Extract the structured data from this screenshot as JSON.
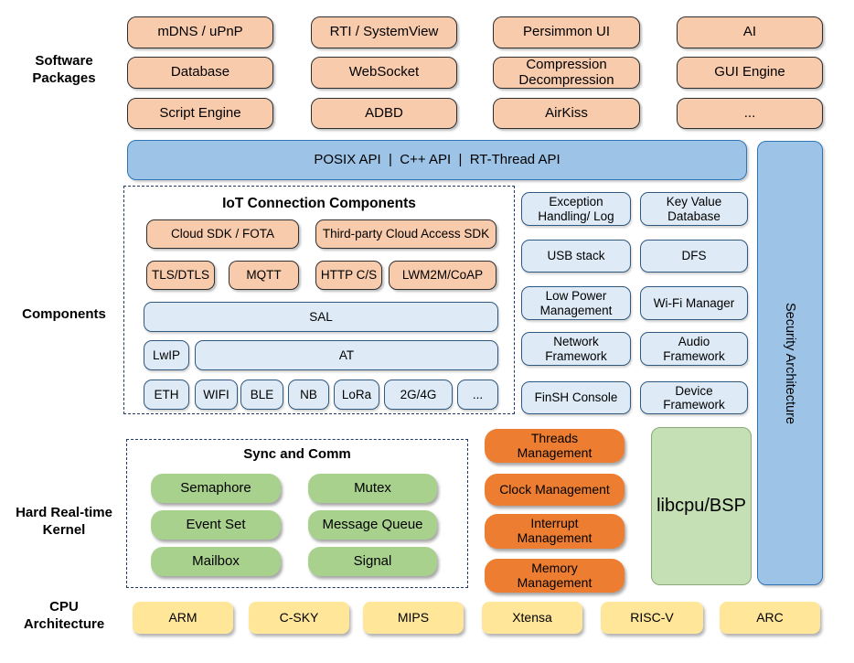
{
  "side_labels": {
    "software": "Software\nPackages",
    "components": "Components",
    "kernel": "Hard Real-time\nKernel",
    "cpu": "CPU\nArchitecture"
  },
  "software_packages": {
    "boxes": [
      "mDNS / uPnP",
      "RTI / SystemView",
      "Persimmon UI",
      "AI",
      "Database",
      "WebSocket",
      "Compression\nDecompression",
      "GUI Engine",
      "Script Engine",
      "ADBD",
      "AirKiss",
      "..."
    ]
  },
  "api_bar": {
    "label": "POSIX API  |  C++ API  |  RT-Thread API"
  },
  "security_bar": {
    "label": "Security Architecture"
  },
  "iot": {
    "title": "IoT Connection Components",
    "row1": [
      "Cloud SDK / FOTA",
      "Third-party Cloud Access SDK"
    ],
    "row2": [
      "TLS/DTLS",
      "MQTT",
      "HTTP C/S",
      "LWM2M/CoAP"
    ],
    "sal": "SAL",
    "lwip": "LwIP",
    "at": "AT",
    "links": [
      "ETH",
      "WIFI",
      "BLE",
      "NB",
      "LoRa",
      "2G/4G",
      "..."
    ]
  },
  "services": [
    "Exception\nHandling/ Log",
    "Key Value\nDatabase",
    "USB stack",
    "DFS",
    "Low Power\nManagement",
    "Wi-Fi Manager",
    "Network\nFramework",
    "Audio\nFramework",
    "FinSH Console",
    "Device\nFramework"
  ],
  "kernel": {
    "title": "Sync and Comm",
    "ipc": [
      "Semaphore",
      "Mutex",
      "Event Set",
      "Message Queue",
      "Mailbox",
      "Signal"
    ],
    "management": [
      "Threads\nManagement",
      "Clock Management",
      "Interrupt\nManagement",
      "Memory\nManagement"
    ],
    "libcpu": "libcpu/BSP"
  },
  "cpu": [
    "ARM",
    "C-SKY",
    "MIPS",
    "Xtensa",
    "RISC-V",
    "ARC"
  ],
  "colors": {
    "peach": "#F8CBAD",
    "blue": "#9DC3E6",
    "light_blue": "#DEEBF7",
    "green": "#A9D18E",
    "light_green": "#C5E0B4",
    "orange": "#ED7D31",
    "yellow": "#FFE699",
    "dash_navy": "#1F3864"
  }
}
